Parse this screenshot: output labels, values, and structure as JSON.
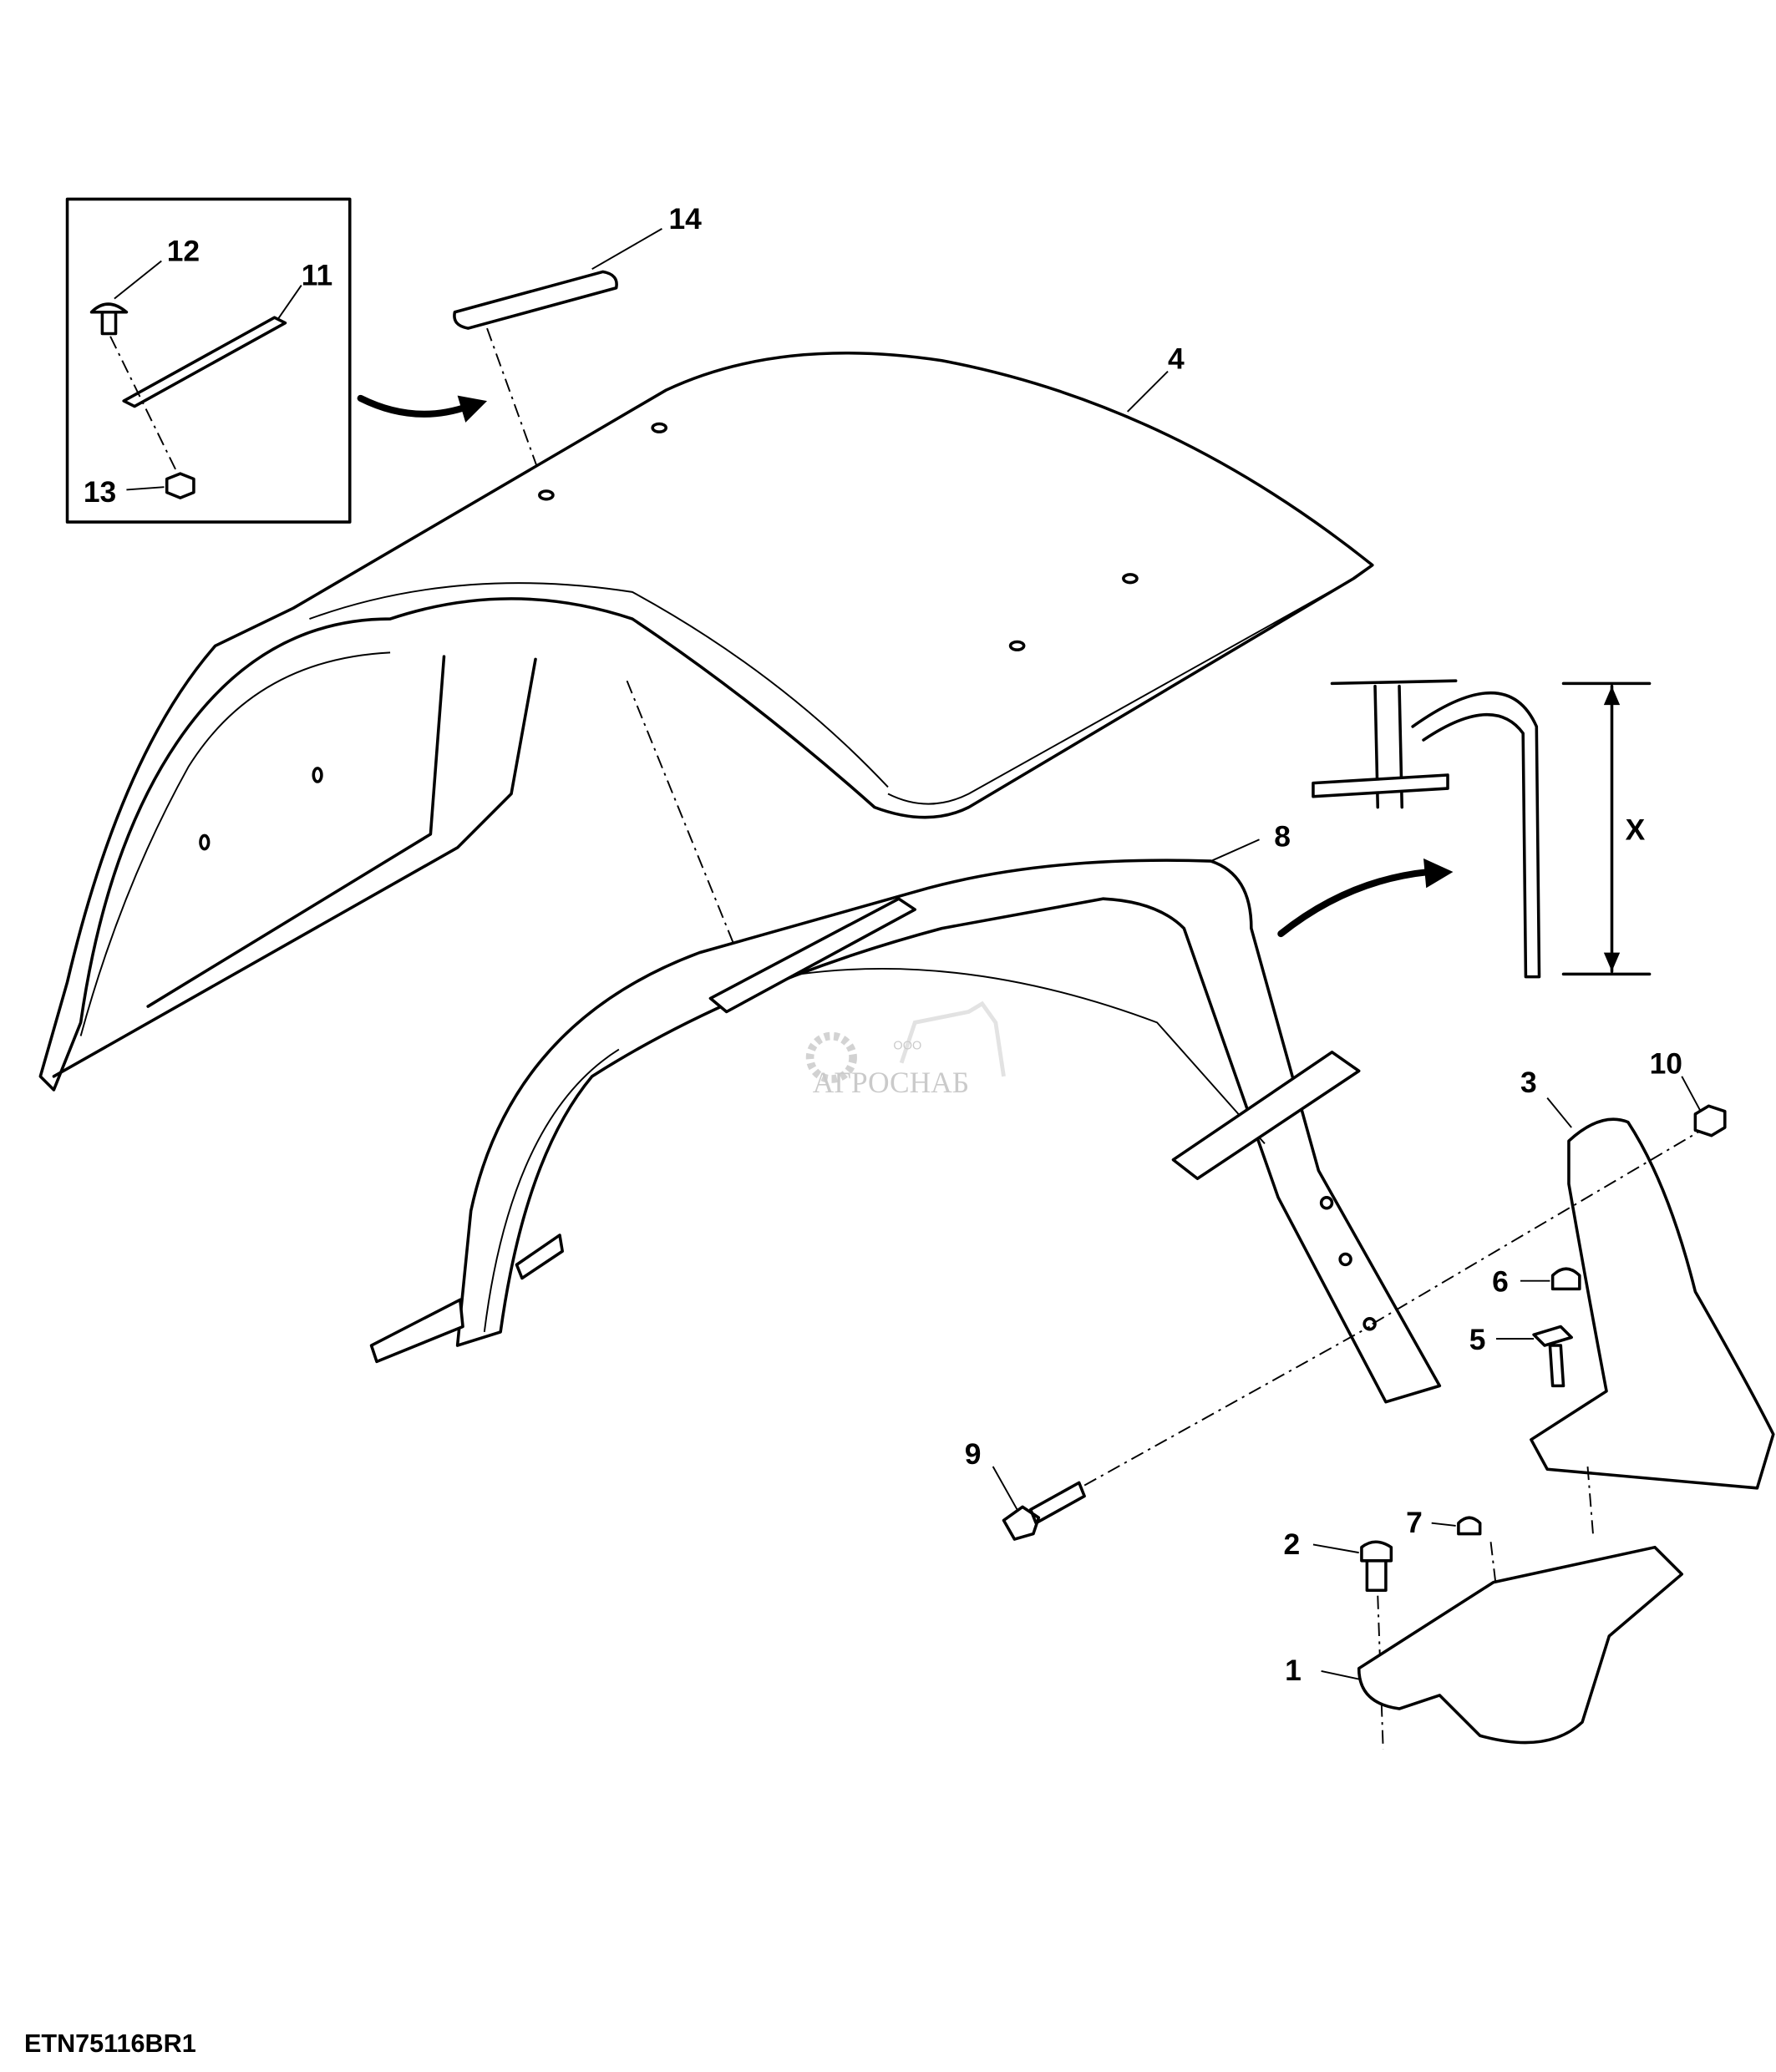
{
  "diagram": {
    "drawing_code": "ETN75116BR1",
    "dimension_label": "X",
    "callouts": [
      "1",
      "2",
      "3",
      "4",
      "5",
      "6",
      "7",
      "8",
      "9",
      "10",
      "11",
      "12",
      "13",
      "14"
    ],
    "watermark": {
      "prefix": "ООО",
      "name": "АГРОСНАБ"
    }
  }
}
